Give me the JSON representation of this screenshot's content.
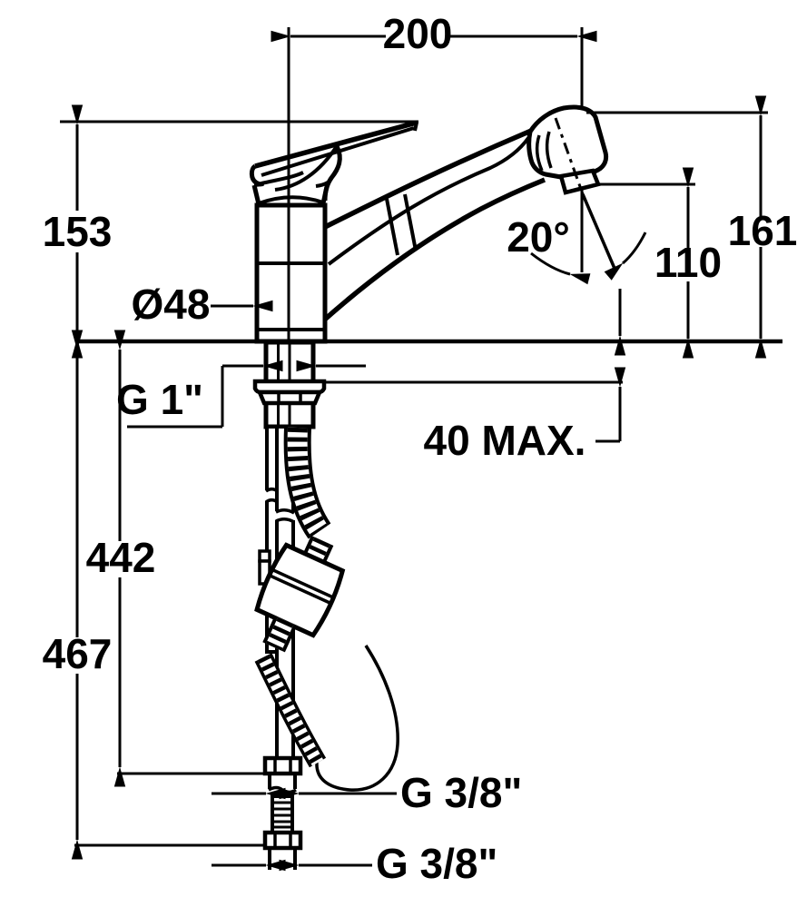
{
  "drawing": {
    "kind": "faucet-installation-dimension-diagram",
    "colors": {
      "ink": "#000000",
      "paper": "#ffffff"
    },
    "dims": {
      "spout_reach": "200",
      "body_height_above_deck": "153",
      "height_to_spout_tip": "161",
      "outlet_clearance": "110",
      "spout_angle": "20°",
      "base_diameter": "Ø48",
      "mounting_thread": "G 1\"",
      "max_deck_thickness": "40 MAX.",
      "hose_drop_a": "442",
      "hose_drop_b": "467",
      "supply_thread_upper": "G 3/8\"",
      "supply_thread_lower": "G 3/8\""
    }
  }
}
